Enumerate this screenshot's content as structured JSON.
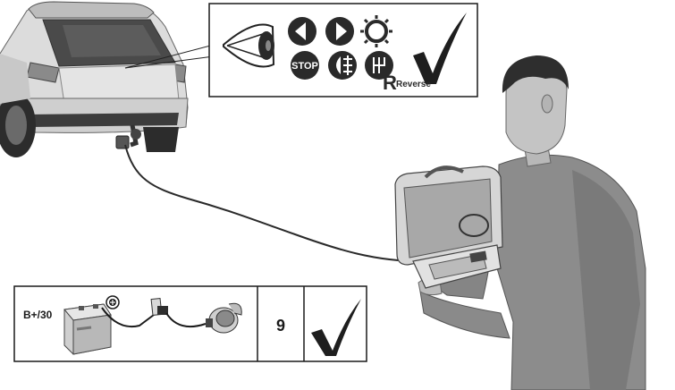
{
  "lights_callout": {
    "stop_label": "STOP",
    "reverse_label": "Reverse",
    "reverse_initial": "R"
  },
  "battery_panel": {
    "terminal_label": "B+/30",
    "pin_number": "9"
  },
  "icons": [
    "eye-icon",
    "left-indicator-icon",
    "right-indicator-icon",
    "tail-light-icon",
    "stop-light-icon",
    "fog-light-icon",
    "reverse-gear-icon",
    "checkmark-icon",
    "plus-terminal-icon"
  ],
  "colors": {
    "icon_dark": "#2a2a2a",
    "line": "#222222",
    "panel_border": "#1a1a1a"
  }
}
